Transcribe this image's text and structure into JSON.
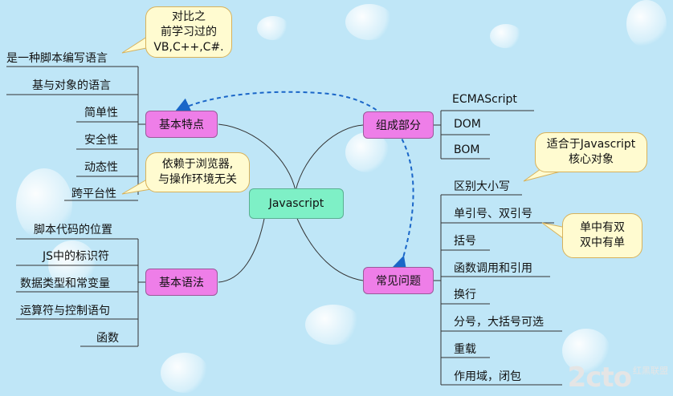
{
  "root": {
    "label": "Javascript"
  },
  "branches": {
    "features": {
      "label": "基本特点",
      "items": [
        "是一种脚本编写语言",
        "基与对象的语言",
        "简单性",
        "安全性",
        "动态性",
        "跨平台性"
      ]
    },
    "syntax": {
      "label": "基本语法",
      "items": [
        "脚本代码的位置",
        "JS中的标识符",
        "数据类型和常变量",
        "运算符与控制语句",
        "函数"
      ]
    },
    "components": {
      "label": "组成部分",
      "items": [
        "ECMAScript",
        "DOM",
        "BOM"
      ]
    },
    "issues": {
      "label": "常见问题",
      "items": [
        "区别大小写",
        "单引号、双引号",
        "括号",
        "函数调用和引用",
        "换行",
        "分号，大括号可选",
        "重载",
        "作用域，闭包"
      ]
    }
  },
  "callouts": {
    "compare": [
      "对比之",
      "前学习过的",
      "VB,C++,C#."
    ],
    "browser": [
      "依赖于浏览器,",
      "与操作环境无关"
    ],
    "core": [
      "适合于Javascript",
      "核心对象"
    ],
    "quotes": [
      "单中有双",
      "双中有单"
    ]
  },
  "watermark": {
    "main": "2cto",
    "sub": "红黑联盟"
  },
  "colors": {
    "background": "#bfe6f7",
    "root_fill": "#7ef0c6",
    "branch_fill": "#ee7ee8",
    "callout_fill": "#fffbd0",
    "dashed_arrow": "#1a66c8"
  }
}
